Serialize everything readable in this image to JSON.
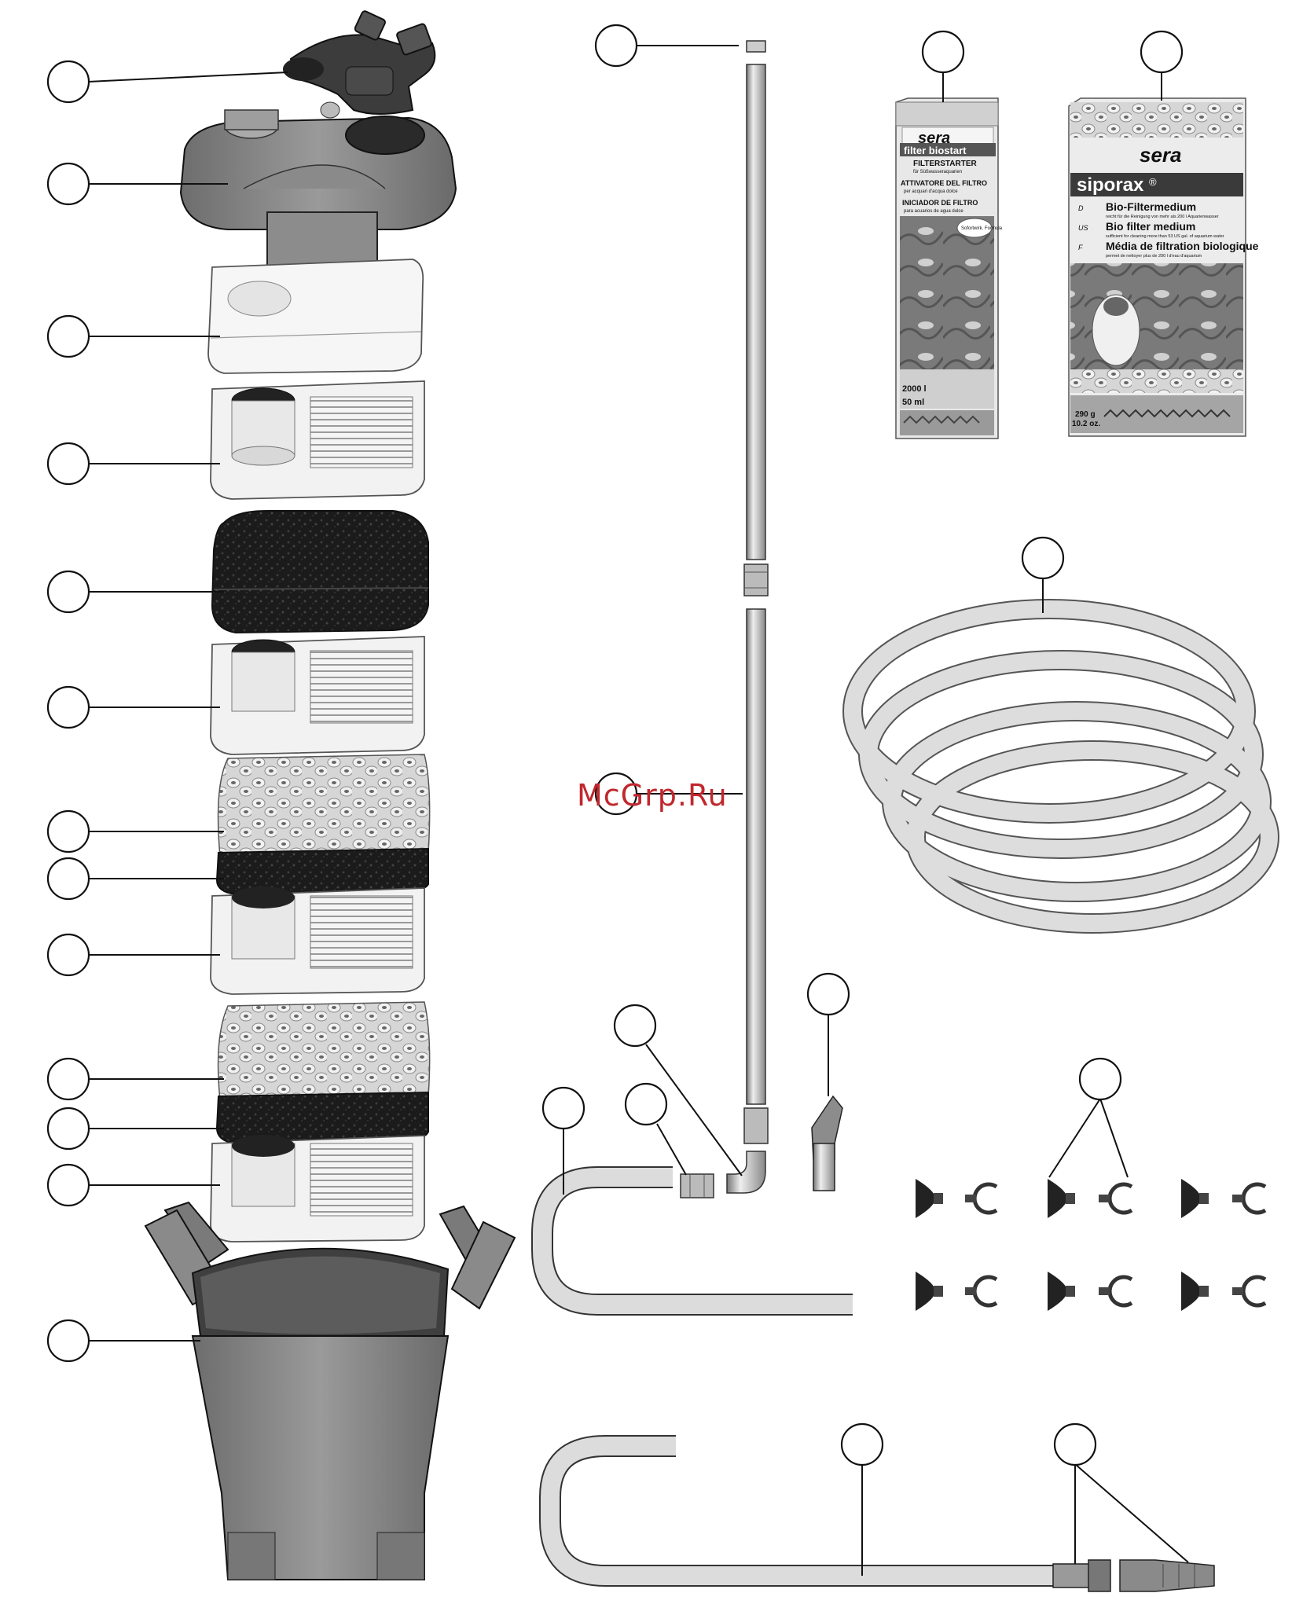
{
  "watermark": "McGrp.Ru",
  "packages": {
    "biostart": {
      "brand": "sera",
      "name": "filter biostart",
      "line1": "FILTERSTARTER",
      "line1_sub": "für Süßwasseraquarien",
      "line2": "ATTIVATORE DEL FILTRO",
      "line2_sub": "per acquari d'acqua dolce",
      "line3": "INICIADOR DE FILTRO",
      "line3_sub": "para acuarios de agua dulce",
      "volume_small": "2000 l",
      "volume": "50 ml",
      "badge": "Sofortwirk. Formula"
    },
    "siporax": {
      "brand": "sera",
      "name": "siporax",
      "reg": "®",
      "de_label": "D",
      "de_title": "Bio-Filtermedium",
      "de_sub": "reicht für die Reinigung von mehr als 200 l Aquarienwasser",
      "us_label": "US",
      "us_title": "Bio filter medium",
      "us_sub": "sufficient for cleaning more than 53 US gal. of aquarium water",
      "f_label": "F",
      "f_title": "Média de filtration biologique",
      "f_sub": "permet de nettoyer plus de 200 l d'eau d'aquarium",
      "weight": "290 g",
      "weight_imperial": "10.2 oz."
    }
  }
}
